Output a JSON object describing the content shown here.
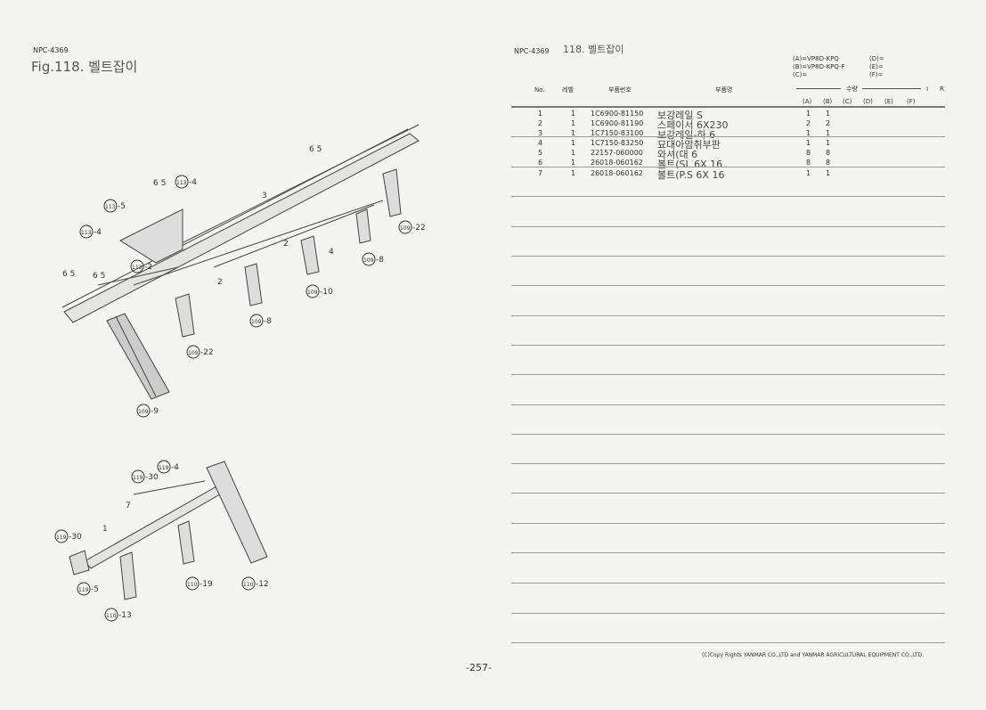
{
  "left_page": {
    "code": "NPC-4369",
    "figure_title": "Fig.118.  벨트잡이",
    "callouts": [
      {
        "num": "",
        "suffix": "6 5"
      },
      {
        "num": "",
        "suffix": "6 5"
      },
      {
        "num": "113",
        "suffix": "-4"
      },
      {
        "num": "",
        "suffix": "3"
      },
      {
        "num": "113",
        "suffix": "-5"
      },
      {
        "num": "113",
        "suffix": "-4"
      },
      {
        "num": "109",
        "suffix": "-22"
      },
      {
        "num": "",
        "suffix": "2"
      },
      {
        "num": "",
        "suffix": "4"
      },
      {
        "num": "109",
        "suffix": "-8"
      },
      {
        "num": "113",
        "suffix": "-2"
      },
      {
        "num": "",
        "suffix": "6 5"
      },
      {
        "num": "",
        "suffix": "6 5"
      },
      {
        "num": "",
        "suffix": "2"
      },
      {
        "num": "109",
        "suffix": "-10"
      },
      {
        "num": "109",
        "suffix": "-8"
      },
      {
        "num": "109",
        "suffix": "-22"
      },
      {
        "num": "109",
        "suffix": "-9"
      },
      {
        "num": "119",
        "suffix": "-4"
      },
      {
        "num": "119",
        "suffix": "-30"
      },
      {
        "num": "",
        "suffix": "7"
      },
      {
        "num": "",
        "suffix": "1"
      },
      {
        "num": "119",
        "suffix": "-30"
      },
      {
        "num": "119",
        "suffix": "-5"
      },
      {
        "num": "110",
        "suffix": "-19"
      },
      {
        "num": "110",
        "suffix": "-12"
      },
      {
        "num": "110",
        "suffix": "-13"
      }
    ]
  },
  "right_page": {
    "code": "NPC-4369",
    "section_title": "118.  벨트잡이",
    "models": {
      "A": "(A)=VP8D-KPQ",
      "B": "(B)=VP8D-KPQ-F",
      "C": "(C)=",
      "D": "(D)=",
      "E": "(E)=",
      "F": "(F)="
    },
    "headers": {
      "no": "No.",
      "level": "레벨",
      "part_no": "부품번호",
      "part_name": "부품명",
      "qty": "수량",
      "i": "I",
      "r": "R",
      "cols": [
        "(A)",
        "(B)",
        "(C)",
        "(D)",
        "(E)",
        "(F)"
      ]
    },
    "rows": [
      {
        "no": "1",
        "level": "1",
        "part_no": "1C6900-81150",
        "name": "보강레일 S",
        "a": "1",
        "b": "1"
      },
      {
        "no": "2",
        "level": "1",
        "part_no": "1C6900-81190",
        "name": "스페이서 6X230",
        "a": "2",
        "b": "2"
      },
      {
        "no": "3",
        "level": "1",
        "part_no": "1C7150-83100",
        "name": "보강레일-하 6",
        "a": "1",
        "b": "1"
      },
      {
        "no": "4",
        "level": "1",
        "part_no": "1C7150-83250",
        "name": "묘대아암취부판",
        "a": "1",
        "b": "1"
      },
      {
        "no": "5",
        "level": "1",
        "part_no": "22157-060000",
        "name": "와셔(대 6",
        "a": "8",
        "b": "8"
      },
      {
        "no": "6",
        "level": "1",
        "part_no": "26018-060162",
        "name": "볼트(SL  6X 16",
        "a": "8",
        "b": "8"
      },
      {
        "no": "7",
        "level": "1",
        "part_no": "26018-060162",
        "name": "볼트(P.S 6X 16",
        "a": "1",
        "b": "1"
      }
    ],
    "copyright": "(C)Copy Rights  YANMAR CO.,LTD and YANMAR AGRICULTURAL EQUIPMENT CO.,LTD.",
    "page_number": "-257-"
  }
}
